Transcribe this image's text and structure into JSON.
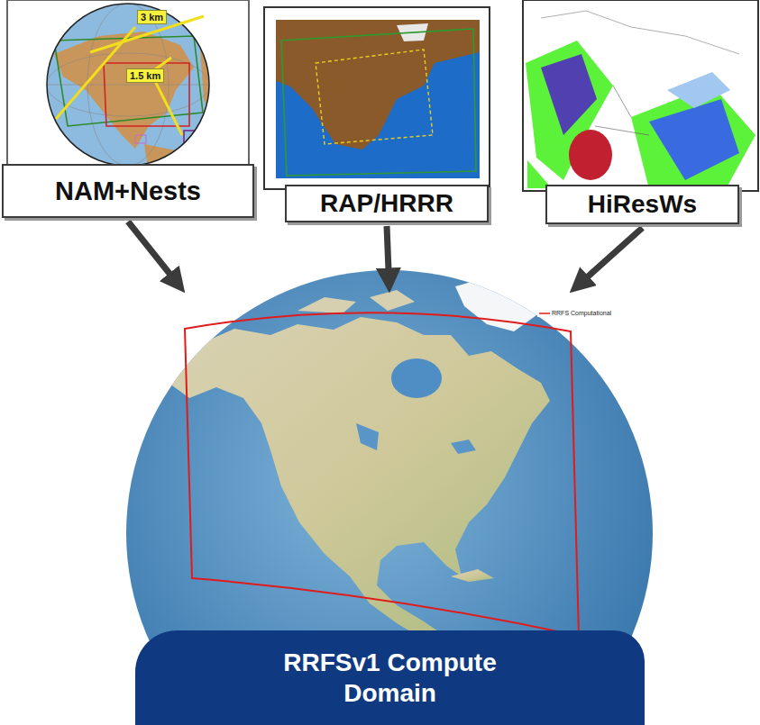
{
  "diagram": {
    "nodes": [
      {
        "text": [
          "NAM+Nests"
        ]
      },
      {
        "text": [
          "RAP/HRRR"
        ]
      },
      {
        "text": [
          "HiResWs"
        ]
      },
      {
        "text": [
          "RRFSv1 Compute Domain"
        ]
      }
    ],
    "edges": [
      {
        "from": 0,
        "to": 3,
        "arrow": "to"
      },
      {
        "from": 1,
        "to": 3,
        "arrow": "to"
      },
      {
        "from": 2,
        "to": 3,
        "arrow": "to"
      }
    ],
    "labels": [
      "3 km",
      "1.5 km"
    ],
    "legend": [
      {
        "text": "RRFS Computational"
      }
    ]
  }
}
